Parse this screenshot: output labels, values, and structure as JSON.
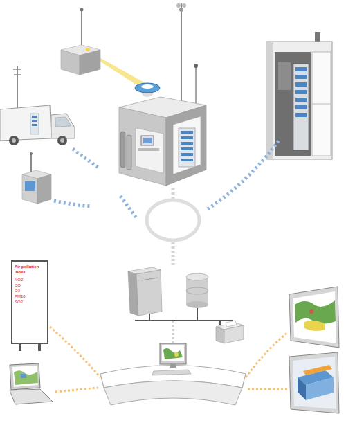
{
  "diagram": {
    "nodes": [
      {
        "text": [
          "Air pollution index",
          "NO2",
          "CO",
          "O3",
          "PM10",
          "SO2"
        ]
      }
    ]
  }
}
